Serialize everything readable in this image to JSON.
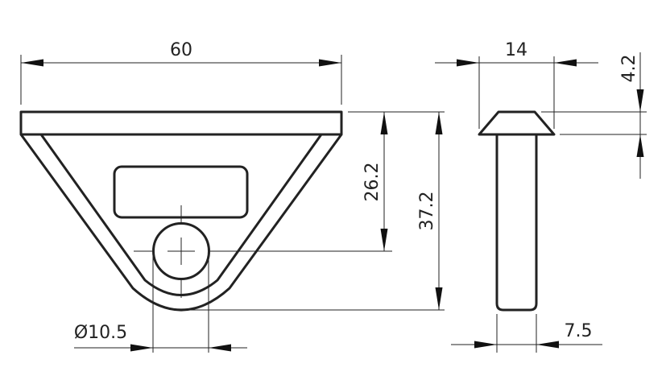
{
  "drawing": {
    "front_view": {
      "width_label": "60",
      "hole_to_top_label": "26.2",
      "total_height_label": "37.2",
      "hole_diameter_label": "Ø10.5"
    },
    "side_view": {
      "head_width_label": "14",
      "head_height_label": "4.2",
      "shank_width_label": "7.5"
    },
    "colors": {
      "line": "#222222",
      "background": "#ffffff"
    }
  }
}
